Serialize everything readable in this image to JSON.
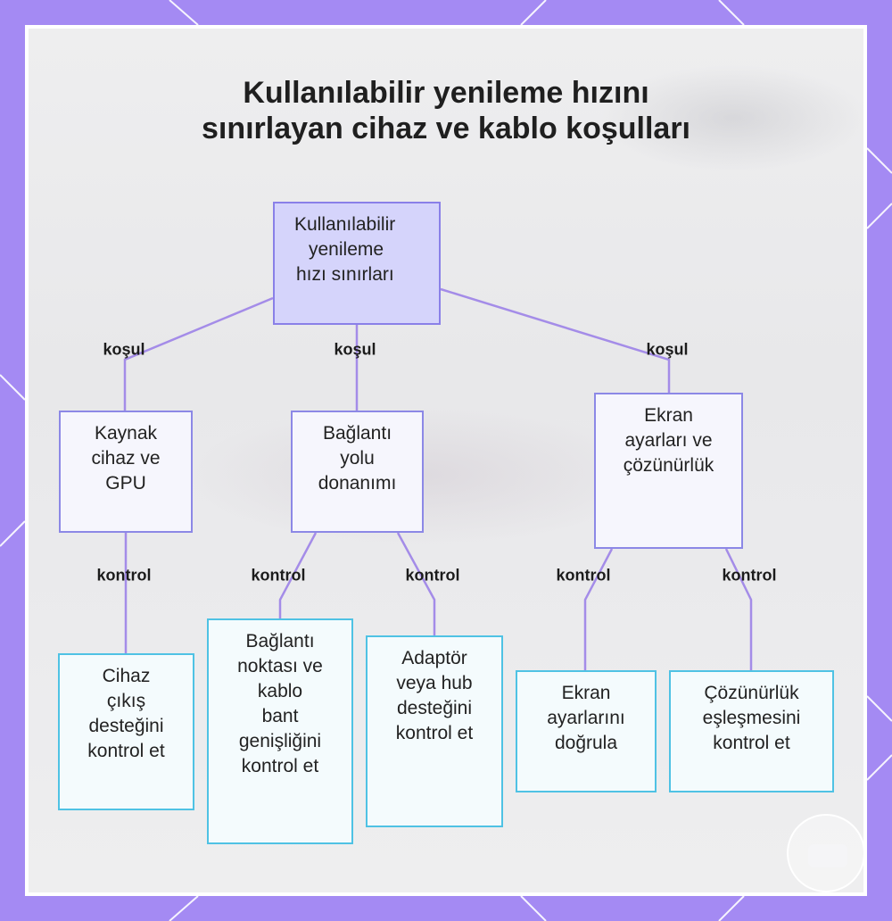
{
  "title": {
    "line1": "Kullanılabilir yenileme hızını",
    "line2": "sınırlayan cihaz ve kablo koşulları"
  },
  "nodes": {
    "root": [
      "Kullanılabilir",
      "yenileme",
      "hızı sınırları"
    ],
    "source": [
      "Kaynak",
      "cihaz ve",
      "GPU"
    ],
    "connection": [
      "Bağlantı",
      "yolu",
      "donanımı"
    ],
    "display": [
      "Ekran",
      "ayarları ve",
      "çözünürlük"
    ],
    "device_output": [
      "Cihaz",
      "çıkış",
      "desteğini",
      "kontrol et"
    ],
    "port_cable": [
      "Bağlantı",
      "noktası ve",
      "kablo",
      "bant",
      "genişliğini",
      "kontrol et"
    ],
    "adapter_hub": [
      "Adaptör",
      "veya hub",
      "desteğini",
      "kontrol et"
    ],
    "verify_display": [
      "Ekran",
      "ayarlarını",
      "doğrula"
    ],
    "resolution_match": [
      "Çözünürlük",
      "eşleşmesini",
      "kontrol et"
    ]
  },
  "edge_labels": {
    "cond1": "koşul",
    "cond2": "koşul",
    "cond3": "koşul",
    "ctrl1": "kontrol",
    "ctrl2": "kontrol",
    "ctrl3": "kontrol",
    "ctrl4": "kontrol",
    "ctrl5": "kontrol"
  },
  "colors": {
    "frame": "#a48af3",
    "edge": "#a48ce8",
    "root_fill": "#d5d4fb",
    "root_border": "#8a80e8",
    "mid_border": "#8c88e6",
    "leaf_border": "#4fc2e4"
  }
}
